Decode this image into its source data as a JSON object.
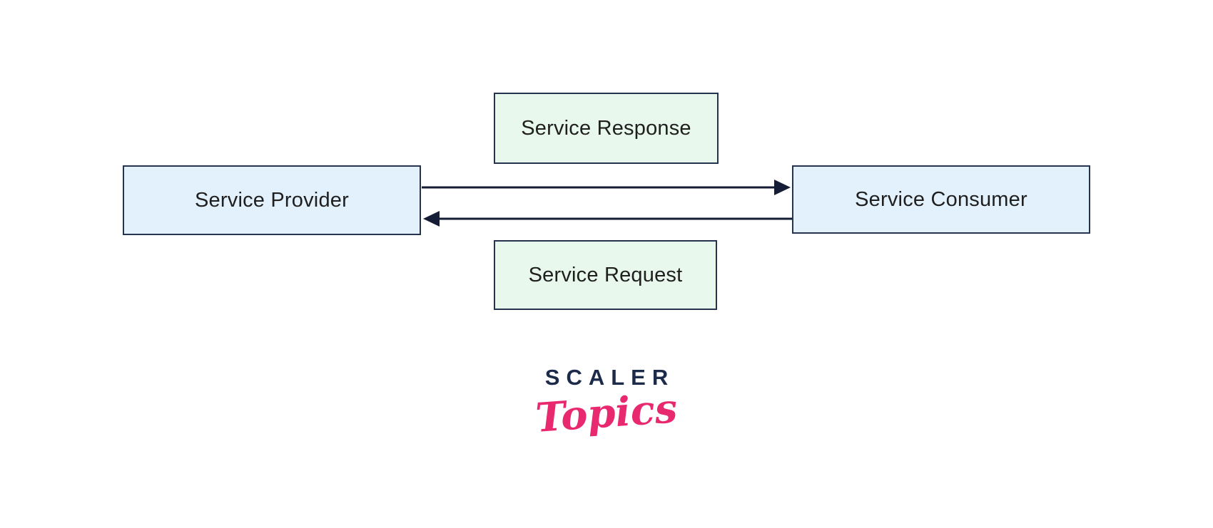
{
  "diagram": {
    "nodes": {
      "provider": {
        "label": "Service Provider",
        "fill": "#e3f1fc"
      },
      "consumer": {
        "label": "Service Consumer",
        "fill": "#e3f1fc"
      },
      "response": {
        "label": "Service Response",
        "fill": "#e9f8ec"
      },
      "request": {
        "label": "Service Request",
        "fill": "#e9f8ec"
      }
    },
    "edges": [
      {
        "from": "provider",
        "to": "consumer",
        "direction": "right"
      },
      {
        "from": "consumer",
        "to": "provider",
        "direction": "left"
      }
    ],
    "colors": {
      "node_border": "#26334f",
      "arrow": "#141d35",
      "node_text": "#1f1f1f",
      "background": "#ffffff"
    }
  },
  "logo": {
    "brand": "SCALER",
    "sub": "Topics",
    "brand_color": "#1d2b4a",
    "sub_color": "#e8296f"
  }
}
